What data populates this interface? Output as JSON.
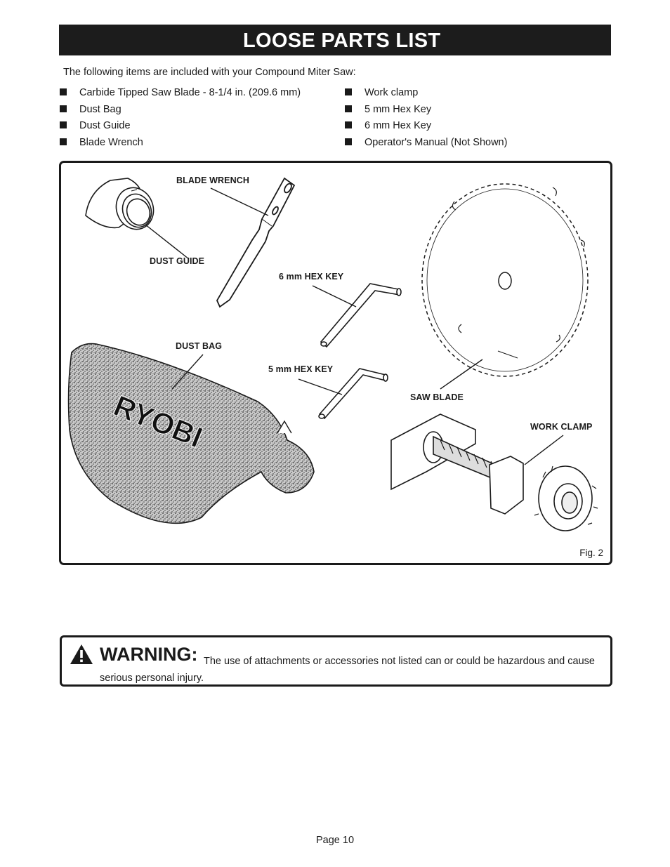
{
  "header": {
    "title": "LOOSE PARTS LIST"
  },
  "intro": "The following items are included with your Compound Miter Saw:",
  "items_left": [
    "Carbide Tipped Saw Blade - 8-1/4 in. (209.6 mm)",
    "Dust Bag",
    "Dust Guide",
    "Blade Wrench"
  ],
  "items_right": [
    "Work clamp",
    "5 mm Hex Key",
    "6 mm Hex Key",
    "Operator's  Manual (Not Shown)"
  ],
  "figure": {
    "labels": {
      "blade_wrench": "BLADE WRENCH",
      "dust_guide": "DUST GUIDE",
      "hex6": "6 mm HEX KEY",
      "dust_bag": "DUST BAG",
      "hex5": "5 mm HEX KEY",
      "saw_blade": "SAW BLADE",
      "work_clamp": "WORK CLAMP"
    },
    "bag_logo": "RYOBI",
    "caption": "Fig. 2"
  },
  "warning": {
    "heading": "WARNING:",
    "text": "The use of attachments or accessories not listed can or could be hazardous and cause serious personal injury."
  },
  "footer": {
    "page": "Page 10"
  }
}
